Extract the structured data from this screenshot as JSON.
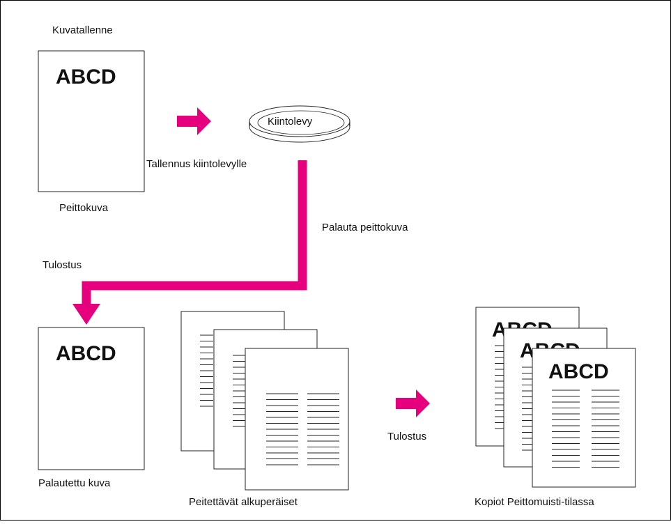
{
  "labels": {
    "title": "Kuvatallenne",
    "overlay_image": "Peittokuva",
    "hdd": "Kiintolevy",
    "save_to_hdd": "Tallennus kiintolevylle",
    "recall_overlay": "Palauta peittokuva",
    "print_left": "Tulostus",
    "recalled_image": "Palautettu kuva",
    "originals": "Peitettävät alkuperäiset",
    "print_right": "Tulostus",
    "copies": "Kopiot Peittomuisti-tilassa"
  },
  "page_text": {
    "overlay": "ABCD",
    "recalled": "ABCD",
    "copy_back": "ABCD",
    "copy_mid": "ABCD",
    "copy_front": "ABCD"
  },
  "colors": {
    "accent": "#e6007e",
    "line": "#222222",
    "frame": "#000000"
  }
}
